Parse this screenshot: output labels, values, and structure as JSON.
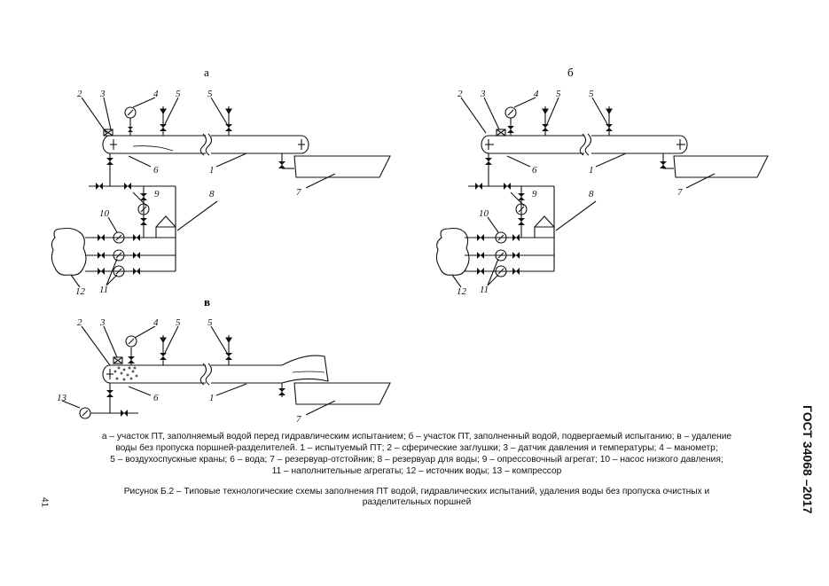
{
  "figure": {
    "panel_labels": [
      "а",
      "б",
      "в"
    ],
    "callouts": {
      "a": [
        "2",
        "3",
        "4",
        "5",
        "5",
        "6",
        "1",
        "7",
        "8",
        "9",
        "10",
        "11",
        "12"
      ],
      "b": [
        "2",
        "3",
        "4",
        "5",
        "5",
        "6",
        "1",
        "7",
        "8",
        "9",
        "10",
        "11",
        "12"
      ],
      "c": [
        "2",
        "3",
        "4",
        "5",
        "5",
        "6",
        "1",
        "7",
        "13"
      ]
    }
  },
  "legend": {
    "line1": "а – участок ПТ, заполняемый водой перед гидравлическим испытанием; б – участок ПТ, заполненный водой, подвергаемый испытанию; в – удаление",
    "line2": "воды без пропуска поршней-разделителей. 1 – испытуемый ПТ; 2 – сферические заглушки; 3 – датчик давления и температуры; 4 – манометр;",
    "line3": "5 – воздухоспускные краны; 6 – вода; 7 – резервуар-отстойник; 8 – резервуар для воды; 9 – опрессовочный агрегат; 10 – насос низкого давления;",
    "line4": "11 – наполнительные агрегаты; 12 – источник воды; 13 – компрессор"
  },
  "caption": {
    "line1": "Рисунок Б.2 – Типовые технологические схемы заполнения ПТ водой, гидравлических испытаний, удаления воды без пропуска очистных и",
    "line2": "разделительных поршней"
  },
  "side_title": "ГОСТ 34068 –2017",
  "page_number": "41"
}
